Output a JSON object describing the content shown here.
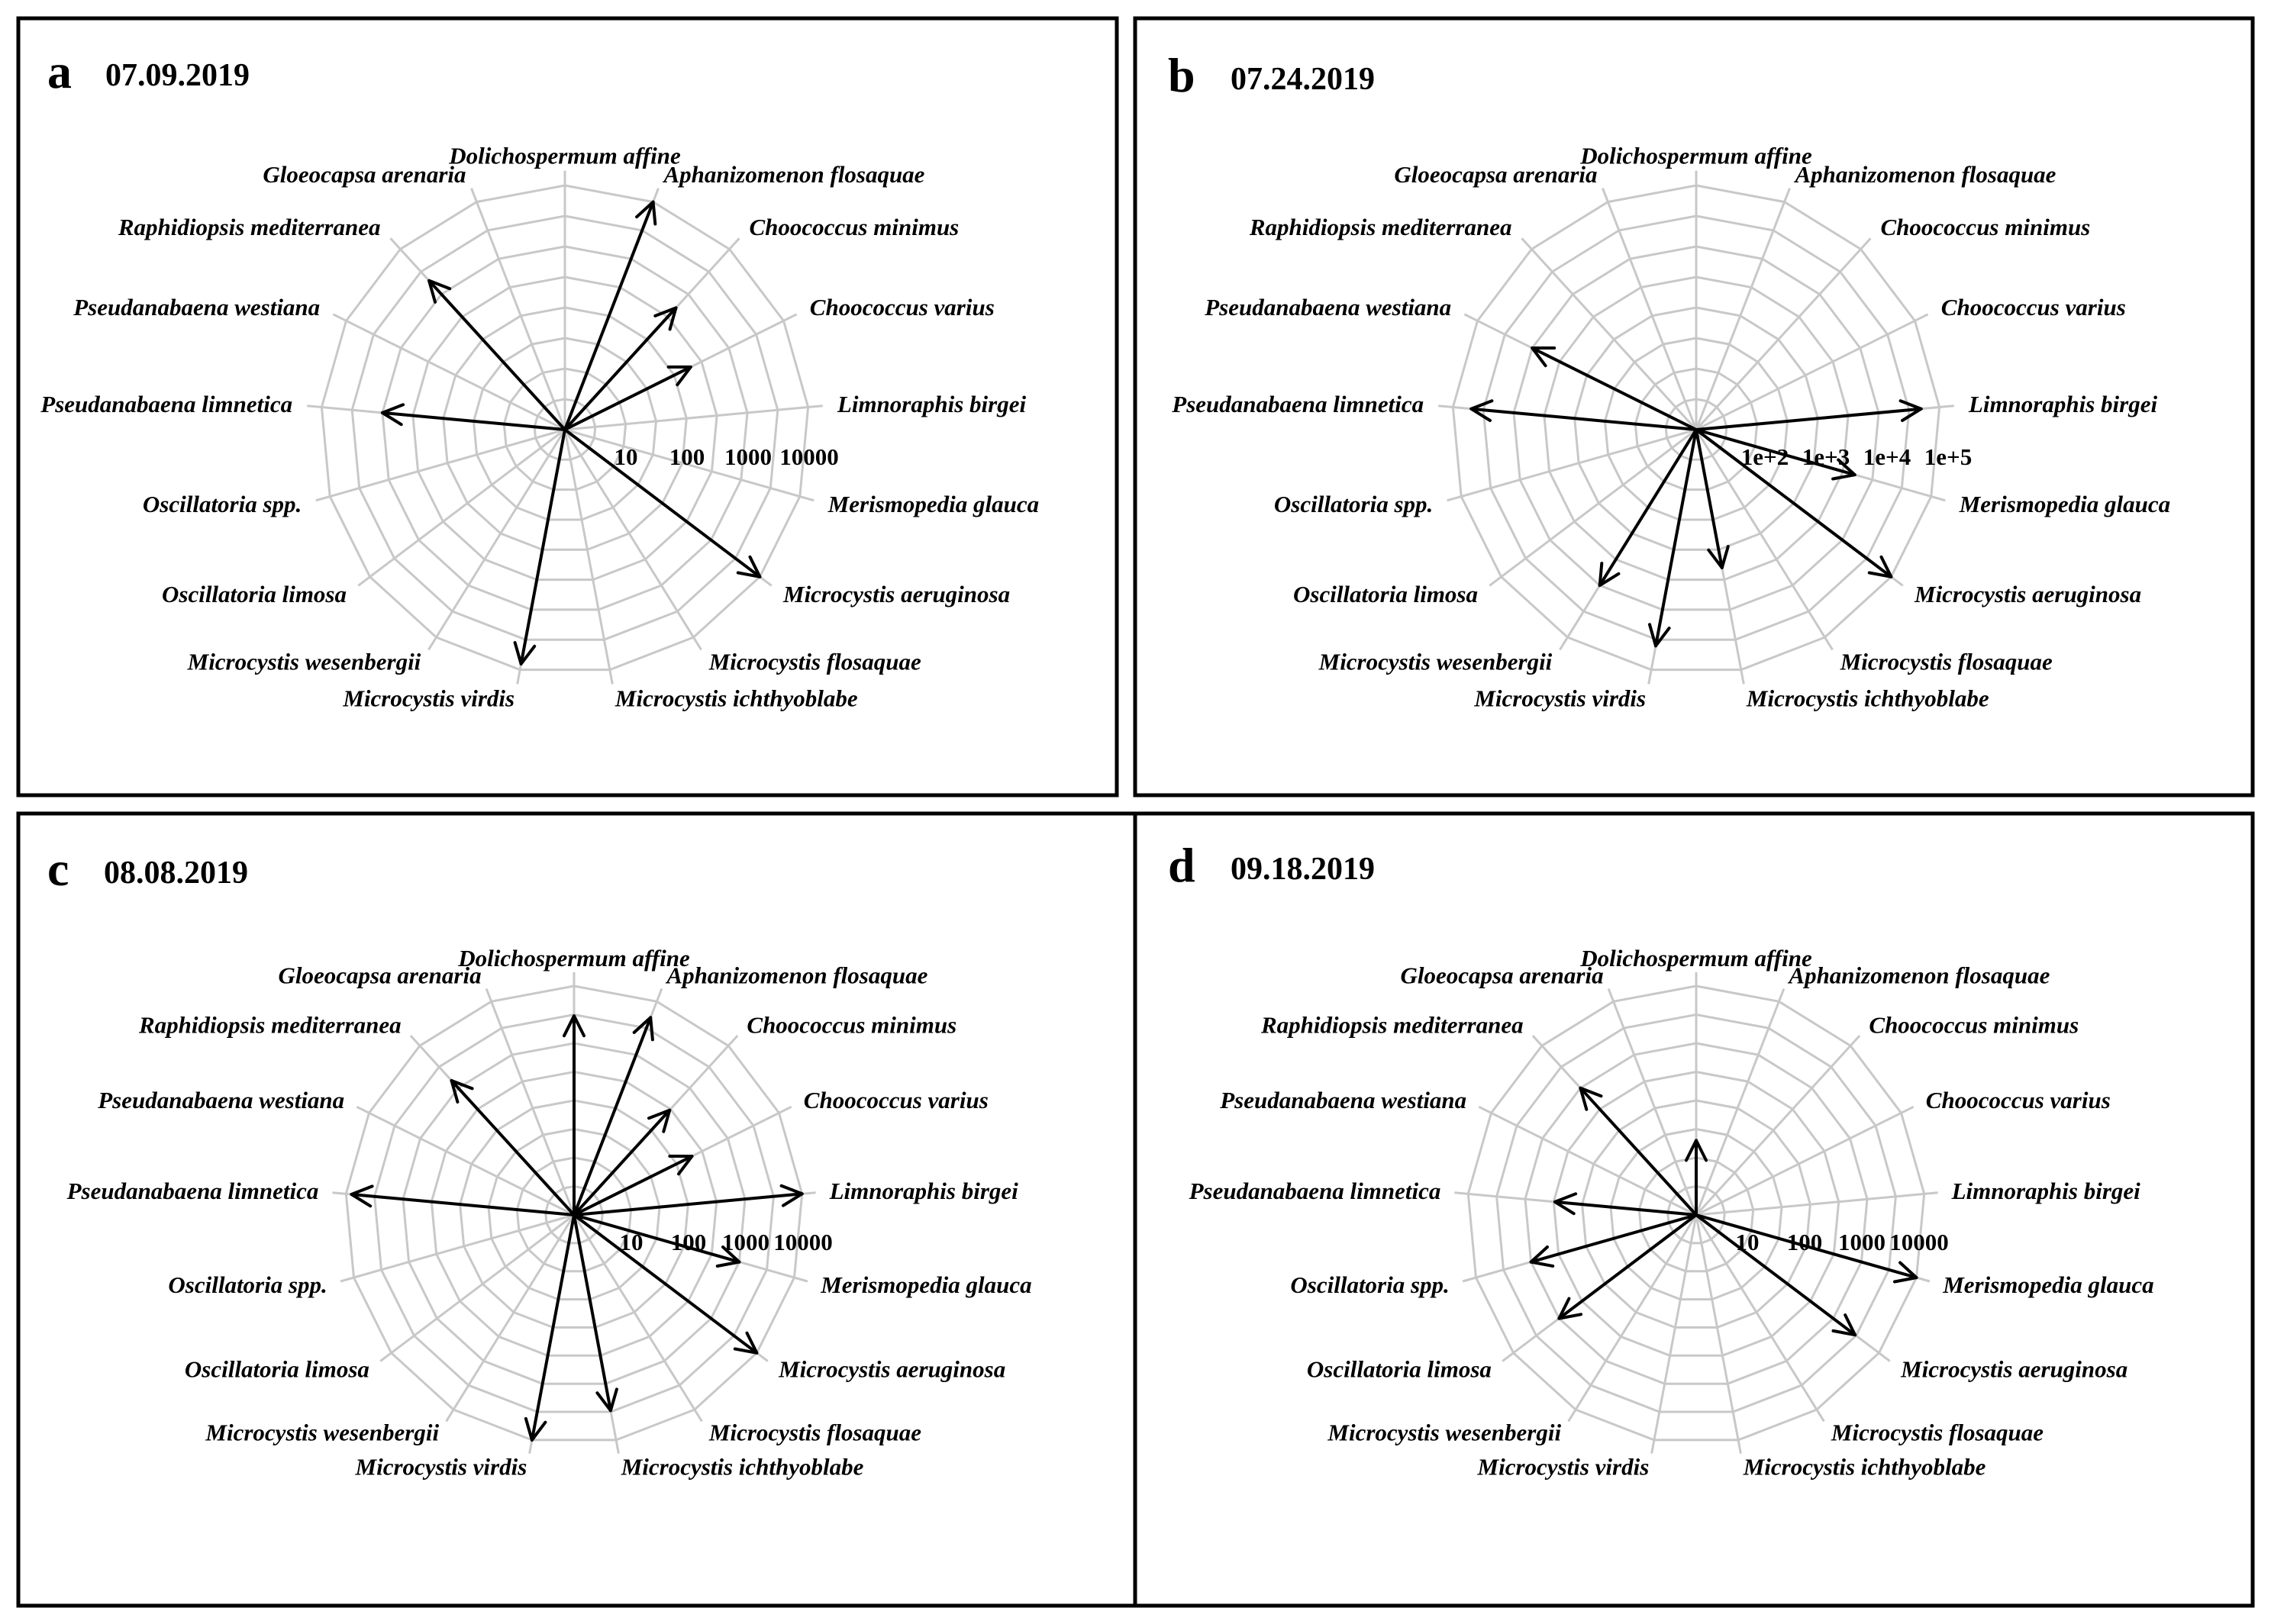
{
  "chart_data": [
    {
      "type": "radar-vector",
      "panel": "a",
      "date": "07.09.2019",
      "categories": [
        "Dolichospermum affine",
        "Aphanizomenon flosaquae",
        "Choococcus minimus",
        "Choococcus varius",
        "Limnoraphis birgei",
        "Merismopedia glauca",
        "Microcystis aeruginosa",
        "Microcystis flosaquae",
        "Microcystis ichthyoblabe",
        "Microcystis virdis",
        "Microcystis wesenbergii",
        "Oscillatoria limosa",
        "Oscillatoria spp.",
        "Pseudanabaena limnetica",
        "Pseudanabaena westiana",
        "Raphidiopsis mediterranea",
        "Gloeocapsa arenaria"
      ],
      "tick_labels": [
        "10",
        "100",
        "1000",
        "10000"
      ],
      "scale": "log",
      "rmin": 1,
      "rmax": 10000,
      "values": [
        0,
        10000,
        500,
        200,
        0,
        0,
        10000,
        0,
        0,
        8000,
        0,
        0,
        0,
        1000,
        0,
        2000,
        0
      ]
    },
    {
      "type": "radar-vector",
      "panel": "b",
      "date": "07.24.2019",
      "categories": [
        "Dolichospermum affine",
        "Aphanizomenon flosaquae",
        "Choococcus minimus",
        "Choococcus varius",
        "Limnoraphis birgei",
        "Merismopedia glauca",
        "Microcystis aeruginosa",
        "Microcystis flosaquae",
        "Microcystis ichthyoblabe",
        "Microcystis virdis",
        "Microcystis wesenbergii",
        "Oscillatoria limosa",
        "Oscillatoria spp.",
        "Pseudanabaena limnetica",
        "Pseudanabaena westiana",
        "Raphidiopsis mediterranea",
        "Gloeocapsa arenaria"
      ],
      "tick_labels": [
        "1e+2",
        "1e+3",
        "1e+4",
        "1e+5"
      ],
      "scale": "log",
      "rmin": 10,
      "rmax": 100000,
      "values": [
        0,
        0,
        0,
        0,
        50000,
        5000,
        100000,
        0,
        2000,
        40000,
        10000,
        0,
        0,
        50000,
        10000,
        0,
        0
      ]
    },
    {
      "type": "radar-vector",
      "panel": "c",
      "date": "08.08.2019",
      "categories": [
        "Dolichospermum affine",
        "Aphanizomenon flosaquae",
        "Choococcus minimus",
        "Choococcus varius",
        "Limnoraphis birgei",
        "Merismopedia glauca",
        "Microcystis aeruginosa",
        "Microcystis flosaquae",
        "Microcystis ichthyoblabe",
        "Microcystis virdis",
        "Microcystis wesenbergii",
        "Oscillatoria limosa",
        "Oscillatoria spp.",
        "Pseudanabaena limnetica",
        "Pseudanabaena westiana",
        "Raphidiopsis mediterranea",
        "Gloeocapsa arenaria"
      ],
      "tick_labels": [
        "10",
        "100",
        "1000",
        "10000"
      ],
      "scale": "log",
      "rmin": 1,
      "rmax": 10000,
      "values": [
        3000,
        5000,
        300,
        200,
        10000,
        1000,
        10000,
        0,
        3000,
        10000,
        0,
        0,
        0,
        8000,
        0,
        1500,
        0
      ]
    },
    {
      "type": "radar-vector",
      "panel": "d",
      "date": "09.18.2019",
      "categories": [
        "Dolichospermum affine",
        "Aphanizomenon flosaquae",
        "Choococcus minimus",
        "Choococcus varius",
        "Limnoraphis birgei",
        "Merismopedia glauca",
        "Microcystis aeruginosa",
        "Microcystis flosaquae",
        "Microcystis ichthyoblabe",
        "Microcystis virdis",
        "Microcystis wesenbergii",
        "Oscillatoria limosa",
        "Oscillatoria spp.",
        "Pseudanabaena limnetica",
        "Pseudanabaena westiana",
        "Raphidiopsis mediterranea",
        "Gloeocapsa arenaria"
      ],
      "tick_labels": [
        "10",
        "100",
        "1000",
        "10000"
      ],
      "scale": "log",
      "rmin": 1,
      "rmax": 10000,
      "values": [
        20,
        0,
        0,
        0,
        0,
        10000,
        3000,
        0,
        0,
        0,
        0,
        1000,
        1000,
        300,
        0,
        1000,
        0
      ]
    }
  ]
}
